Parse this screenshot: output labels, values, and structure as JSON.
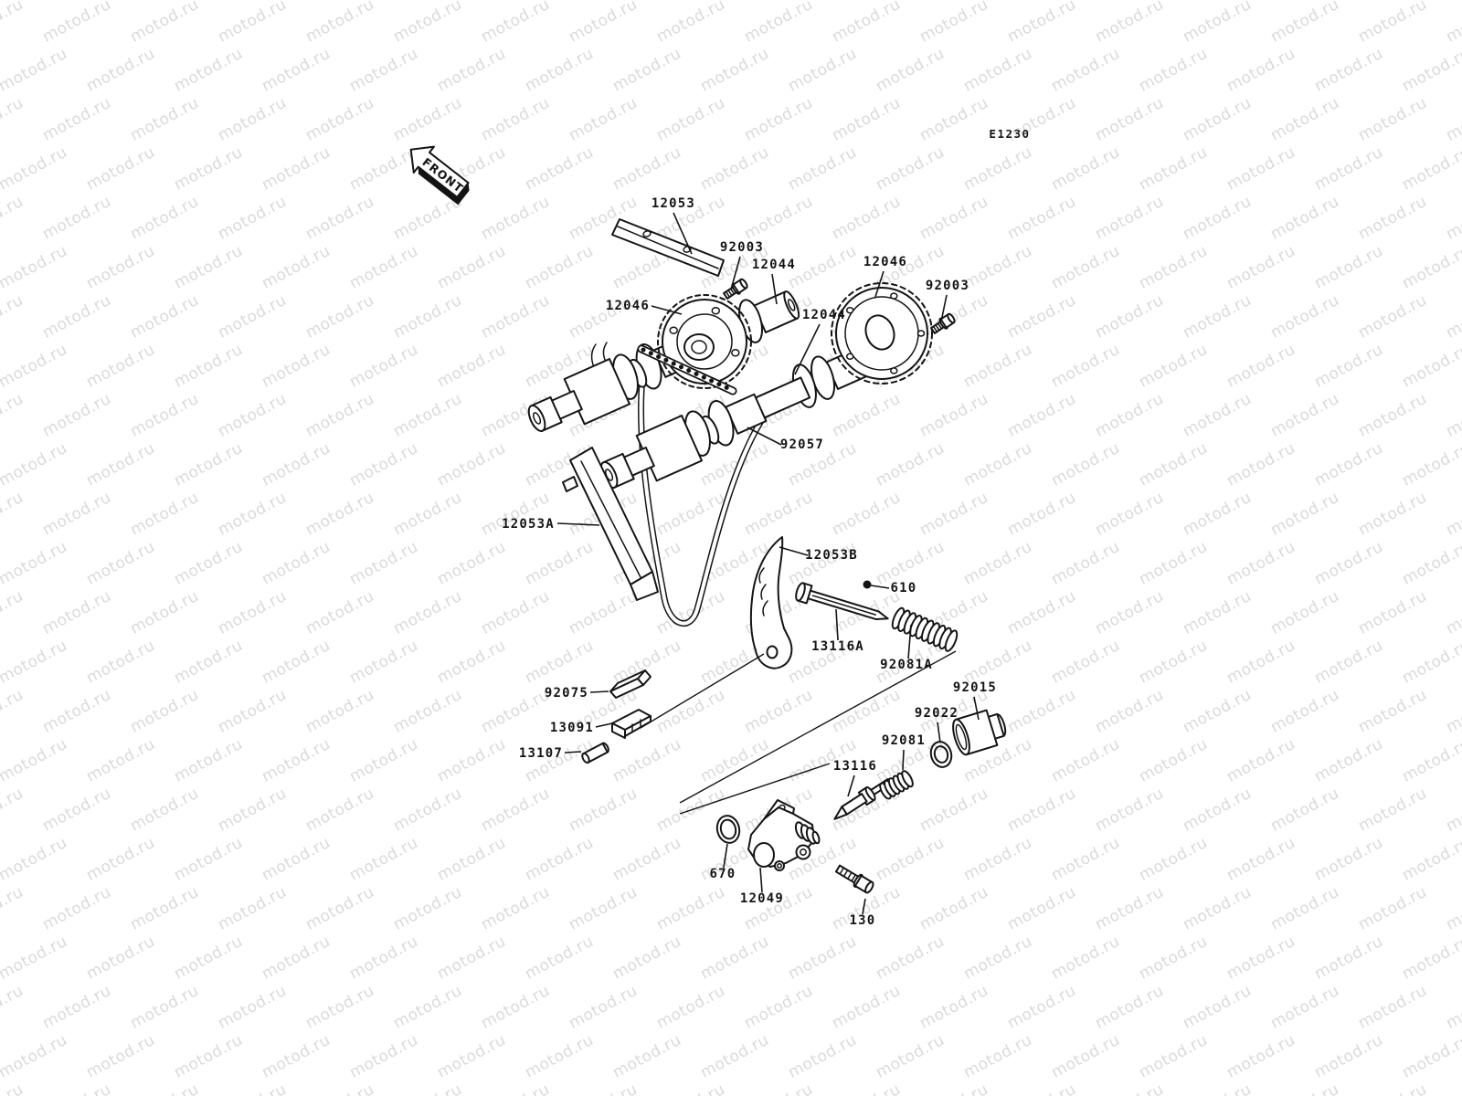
{
  "watermark": {
    "text": "motod.ru",
    "color": "#dadada"
  },
  "diagram": {
    "code": "E1230",
    "front_label": "FRONT",
    "parts": [
      {
        "label": "12053"
      },
      {
        "label": "92003"
      },
      {
        "label": "12044"
      },
      {
        "label": "12046"
      },
      {
        "label": "12046"
      },
      {
        "label": "92003"
      },
      {
        "label": "12044"
      },
      {
        "label": "92057"
      },
      {
        "label": "12053A"
      },
      {
        "label": "12053B"
      },
      {
        "label": "610"
      },
      {
        "label": "13116A"
      },
      {
        "label": "92081A"
      },
      {
        "label": "92075"
      },
      {
        "label": "13091"
      },
      {
        "label": "13107"
      },
      {
        "label": "92015"
      },
      {
        "label": "92022"
      },
      {
        "label": "92081"
      },
      {
        "label": "13116"
      },
      {
        "label": "670"
      },
      {
        "label": "12049"
      },
      {
        "label": "130"
      }
    ]
  }
}
